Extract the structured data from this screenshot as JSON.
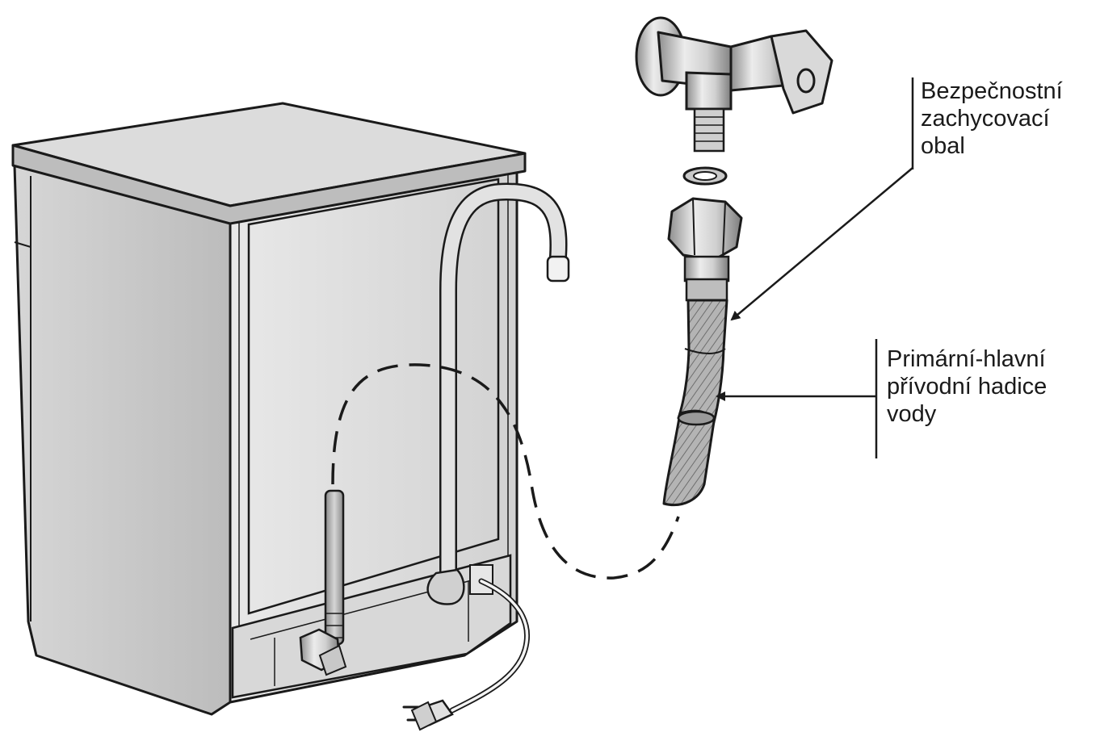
{
  "callouts": {
    "safety_casing": {
      "lines": [
        "Bezpečnostní",
        "zachycovací",
        "obal"
      ]
    },
    "primary_hose": {
      "lines": [
        "Primární-hlavní",
        "přívodní hadice",
        "vody"
      ]
    }
  },
  "colors": {
    "line": "#1a1a1a",
    "cabinet_side": "#cfcfcf",
    "cabinet_back": "#e4e4e4",
    "cabinet_top": "#dadada",
    "metal": "#bdbdbd",
    "hose": "#a9a9a9"
  }
}
